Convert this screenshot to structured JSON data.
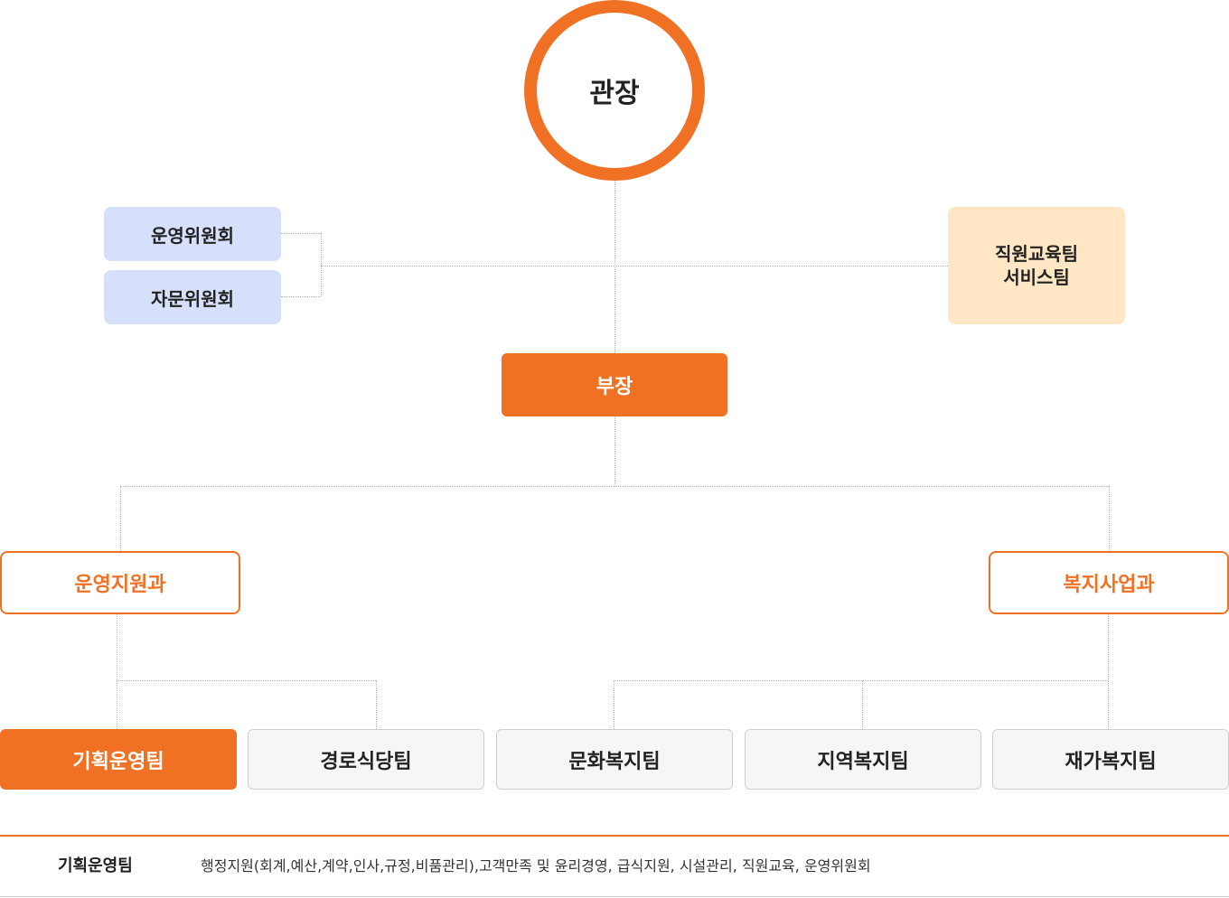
{
  "director": "관장",
  "committees": [
    "운영위원회",
    "자문위원회"
  ],
  "staff_teams": [
    "직원교육팀",
    "서비스팀"
  ],
  "deputy": "부장",
  "divisions": [
    "운영지원과",
    "복지사업과"
  ],
  "teams": [
    {
      "label": "기획운영팀",
      "active": true
    },
    {
      "label": "경로식당팀",
      "active": false
    },
    {
      "label": "문화복지팀",
      "active": false
    },
    {
      "label": "지역복지팀",
      "active": false
    },
    {
      "label": "재가복지팀",
      "active": false
    }
  ],
  "description": {
    "team": "기획운영팀",
    "duties": "행정지원(회계,예산,계약,인사,규정,비품관리),고객만족 및 윤리경영, 급식지원, 시설관리, 직원교육, 운영위원회"
  },
  "colors": {
    "accent": "#f07124",
    "committee_bg": "#d6e0fa",
    "staff_bg": "#ffe6c4",
    "team_bg": "#f6f6f6"
  }
}
